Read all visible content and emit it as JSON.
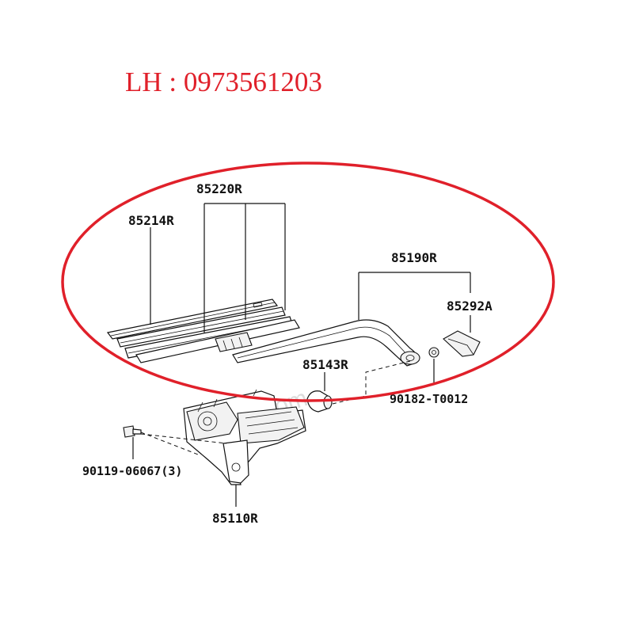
{
  "contact": {
    "text": "LH : 0973561203",
    "color": "#e0202a"
  },
  "highlight": {
    "color": "#e0202a"
  },
  "parts": {
    "blade_assembly": "85220R",
    "blade_rubber": "85214R",
    "wiper_arm": "85190R",
    "arm_cover": "85292A",
    "pivot_cap": "85143R",
    "arm_nut": "90182-T0012",
    "motor_bolt": "90119-06067(3)",
    "wiper_motor": "85110R"
  }
}
